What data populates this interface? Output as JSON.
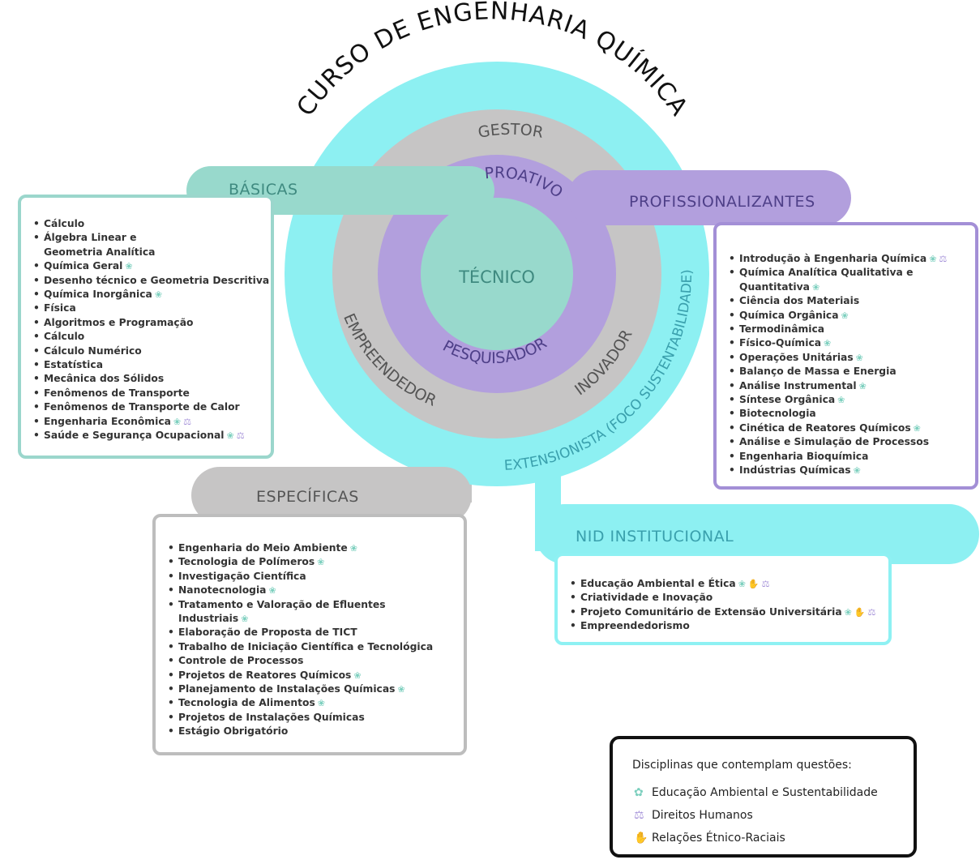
{
  "title": "CURSO DE ENGENHARIA QUÍMICA",
  "colors": {
    "cyan": "#8df0f2",
    "gray": "#c6c5c5",
    "purple": "#b29fdd",
    "teal": "#98d9cc",
    "teal_border": "#9bd6cc",
    "purple_border": "#a38fd6",
    "gray_border": "#bdbdbd",
    "cyan_border": "#8ef1f3",
    "teal_text": "#3f8a80",
    "purple_text": "#4e3f88",
    "gray_text": "#555555",
    "cyan_text": "#3aa0ad"
  },
  "rings": {
    "center": "TÉCNICO",
    "purple_top": "PROATIVO",
    "purple_bottom": "PESQUISADOR",
    "gray_top": "GESTOR",
    "gray_left": "EMPREENDEDOR",
    "gray_right": "INOVADOR",
    "cyan_right": "EXTENSIONISTA (FOCO SUSTENTABILIDADE)"
  },
  "sections": {
    "basicas": {
      "label": "BÁSICAS",
      "items": [
        {
          "text": "Cálculo",
          "icons": []
        },
        {
          "text": "Álgebra Linear e",
          "icons": []
        },
        {
          "text": "Geometria Analítica",
          "icons": [],
          "continuation": true
        },
        {
          "text": "Química Geral",
          "icons": [
            "leaf-icon"
          ]
        },
        {
          "text": "Desenho técnico e Geometria Descritiva",
          "icons": []
        },
        {
          "text": "Química Inorgânica",
          "icons": [
            "leaf-icon"
          ]
        },
        {
          "text": "Física",
          "icons": []
        },
        {
          "text": "Algoritmos e Programação",
          "icons": []
        },
        {
          "text": "Cálculo",
          "icons": []
        },
        {
          "text": "Cálculo Numérico",
          "icons": []
        },
        {
          "text": "Estatística",
          "icons": []
        },
        {
          "text": "Mecânica dos Sólidos",
          "icons": []
        },
        {
          "text": "Fenômenos de Transporte",
          "icons": []
        },
        {
          "text": "Fenômenos de Transporte de Calor",
          "icons": []
        },
        {
          "text": "Engenharia Econômica",
          "icons": [
            "leaf-icon",
            "scale-icon"
          ]
        },
        {
          "text": "Saúde e Segurança Ocupacional",
          "icons": [
            "leaf-icon",
            "scale-icon"
          ]
        }
      ]
    },
    "profissionalizantes": {
      "label": "PROFISSIONALIZANTES",
      "items": [
        {
          "text": "Introdução à Engenharia Química",
          "icons": [
            "leaf-icon",
            "scale-icon"
          ]
        },
        {
          "text": "Química Analítica Qualitativa e",
          "icons": []
        },
        {
          "text": "Quantitativa",
          "icons": [
            "leaf-icon"
          ],
          "continuation": true
        },
        {
          "text": "Ciência dos Materiais",
          "icons": []
        },
        {
          "text": "Química Orgânica",
          "icons": [
            "leaf-icon"
          ]
        },
        {
          "text": "Termodinâmica",
          "icons": []
        },
        {
          "text": "Físico-Química",
          "icons": [
            "leaf-icon"
          ]
        },
        {
          "text": "Operações Unitárias",
          "icons": [
            "leaf-icon"
          ]
        },
        {
          "text": "Balanço de Massa e Energia",
          "icons": []
        },
        {
          "text": "Análise Instrumental",
          "icons": [
            "leaf-icon"
          ]
        },
        {
          "text": "Síntese Orgânica",
          "icons": [
            "leaf-icon"
          ]
        },
        {
          "text": "Biotecnologia",
          "icons": []
        },
        {
          "text": "Cinética de Reatores Químicos",
          "icons": [
            "leaf-icon"
          ]
        },
        {
          "text": "Análise e Simulação de Processos",
          "icons": []
        },
        {
          "text": "Engenharia Bioquímica",
          "icons": []
        },
        {
          "text": "Indústrias Químicas",
          "icons": [
            "leaf-icon"
          ]
        }
      ]
    },
    "especificas": {
      "label": "ESPECÍFICAS",
      "items": [
        {
          "text": "Engenharia do Meio Ambiente",
          "icons": [
            "leaf-icon"
          ]
        },
        {
          "text": "Tecnologia de Polímeros",
          "icons": [
            "leaf-icon"
          ]
        },
        {
          "text": "Investigação Científica",
          "icons": []
        },
        {
          "text": "Nanotecnologia",
          "icons": [
            "leaf-icon"
          ]
        },
        {
          "text": "Tratamento e Valoração de Efluentes",
          "icons": []
        },
        {
          "text": "Industriais",
          "icons": [
            "leaf-icon"
          ],
          "continuation": true
        },
        {
          "text": "Elaboração de Proposta de TICT",
          "icons": []
        },
        {
          "text": "Trabalho de Iniciação Científica e Tecnológica",
          "icons": []
        },
        {
          "text": "Controle de Processos",
          "icons": []
        },
        {
          "text": "Projetos de Reatores Químicos",
          "icons": [
            "leaf-icon"
          ]
        },
        {
          "text": "Planejamento de Instalações Químicas",
          "icons": [
            "leaf-icon"
          ]
        },
        {
          "text": "Tecnologia de Alimentos",
          "icons": [
            "leaf-icon"
          ]
        },
        {
          "text": "Projetos de Instalações Químicas",
          "icons": []
        },
        {
          "text": "Estágio Obrigatório",
          "icons": []
        }
      ]
    },
    "nid": {
      "label": "NID INSTITUCIONAL",
      "items": [
        {
          "text": "Educação Ambiental e Ética",
          "icons": [
            "leaf-icon",
            "hand-icon",
            "scale-icon"
          ]
        },
        {
          "text": "Criatividade e Inovação",
          "icons": []
        },
        {
          "text": "Projeto Comunitário de Extensão Universitária",
          "icons": [
            "leaf-icon",
            "hand-icon",
            "scale-icon"
          ]
        },
        {
          "text": "Empreendedorismo",
          "icons": []
        }
      ]
    }
  },
  "legend": {
    "title": "Disciplinas que contemplam questões:",
    "items": [
      {
        "icon": "leaf-icon",
        "label": "Educação Ambiental e Sustentabilidade"
      },
      {
        "icon": "scale-icon",
        "label": "Direitos Humanos"
      },
      {
        "icon": "hand-icon",
        "label": "Relações Étnico-Raciais"
      }
    ]
  }
}
